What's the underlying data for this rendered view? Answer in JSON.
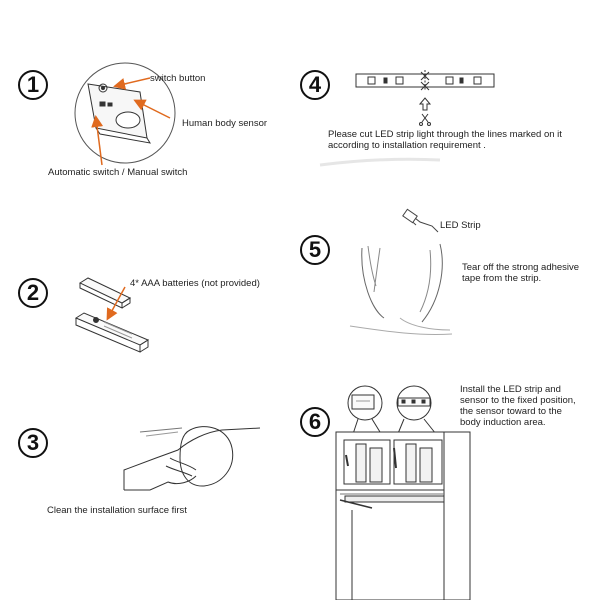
{
  "steps": [
    {
      "number": "1",
      "labels": {
        "switch_button": "switch button",
        "sensor": "Human body sensor",
        "auto_manual": "Automatic switch / Manual switch"
      }
    },
    {
      "number": "2",
      "labels": {
        "batteries": "4* AAA batteries (not provided)"
      }
    },
    {
      "number": "3",
      "labels": {
        "clean": "Clean the installation surface first"
      }
    },
    {
      "number": "4",
      "labels": {
        "cut_line1": "Please cut LED strip light through the lines marked on it",
        "cut_line2": "according to installation requirement ."
      }
    },
    {
      "number": "5",
      "labels": {
        "led_strip": "LED Strip",
        "tear_line1": "Tear off the strong adhesive",
        "tear_line2": "tape from the strip."
      }
    },
    {
      "number": "6",
      "labels": {
        "install_line1": "Install the LED strip and",
        "install_line2": "sensor to the fixed position,",
        "install_line3": "the sensor toward to the",
        "install_line4": "body induction area."
      }
    }
  ],
  "colors": {
    "arrow": "#e06a1f",
    "line": "#333333",
    "light_line": "#999999"
  }
}
